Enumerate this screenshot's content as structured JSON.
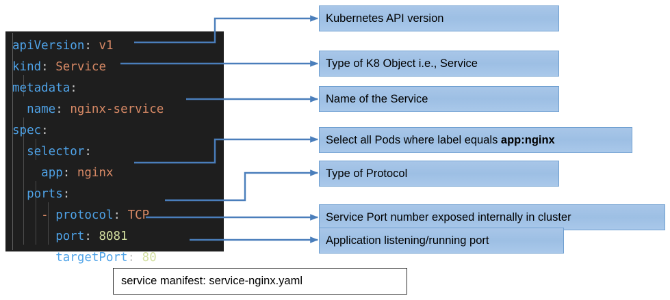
{
  "diagram": {
    "title": "Kubernetes Service manifest annotated",
    "accent_color": "#4a7ebb",
    "box_fill_color": "#a8c6e8",
    "box_border_color": "#6f9fd0",
    "code_background_color": "#1e1e1e"
  },
  "code": {
    "language": "yaml",
    "lines": [
      {
        "indent": 0,
        "key": "apiVersion",
        "sep": ":",
        "value": "v1",
        "value_type": "string"
      },
      {
        "indent": 0,
        "key": "kind",
        "sep": ":",
        "value": "Service",
        "value_type": "string"
      },
      {
        "indent": 0,
        "key": "metadata",
        "sep": ":",
        "value": "",
        "value_type": "none"
      },
      {
        "indent": 1,
        "key": "name",
        "sep": ":",
        "value": "nginx-service",
        "value_type": "string"
      },
      {
        "indent": 0,
        "key": "spec",
        "sep": ":",
        "value": "",
        "value_type": "none"
      },
      {
        "indent": 1,
        "key": "selector",
        "sep": ":",
        "value": "",
        "value_type": "none"
      },
      {
        "indent": 2,
        "key": "app",
        "sep": ":",
        "value": "nginx",
        "value_type": "string"
      },
      {
        "indent": 1,
        "key": "ports",
        "sep": ":",
        "value": "",
        "value_type": "none"
      },
      {
        "indent": 2,
        "key": "protocol",
        "sep": ":",
        "value": "TCP",
        "value_type": "string",
        "list_item": true
      },
      {
        "indent": 3,
        "key": "port",
        "sep": ":",
        "value": "8081",
        "value_type": "number"
      },
      {
        "indent": 3,
        "key": "targetPort",
        "sep": ":",
        "value": "80",
        "value_type": "number"
      }
    ],
    "raw_text": [
      "apiVersion: v1",
      "kind: Service",
      "metadata:",
      "  name: nginx-service",
      "spec:",
      "  selector:",
      "    app: nginx",
      "  ports:",
      "    - protocol: TCP",
      "      port: 8081",
      "      targetPort: 80"
    ]
  },
  "annotations": [
    {
      "id": "api-version",
      "text": "Kubernetes API version",
      "bold_suffix": "",
      "targets_line": "apiVersion: v1"
    },
    {
      "id": "kind",
      "text": "Type of K8 Object i.e., Service",
      "bold_suffix": "",
      "targets_line": "kind: Service"
    },
    {
      "id": "name",
      "text": "Name of the Service",
      "bold_suffix": "",
      "targets_line": "name: nginx-service"
    },
    {
      "id": "selector",
      "text": "Select all Pods where label equals ",
      "bold_suffix": "app:nginx",
      "targets_line": "app: nginx"
    },
    {
      "id": "protocol",
      "text": "Type of Protocol",
      "bold_suffix": "",
      "targets_line": "protocol: TCP"
    },
    {
      "id": "port",
      "text": "Service Port number exposed internally in cluster",
      "bold_suffix": "",
      "targets_line": "port: 8081"
    },
    {
      "id": "target-port",
      "text": "Application listening/running port",
      "bold_suffix": "",
      "targets_line": "targetPort: 80"
    }
  ],
  "caption": {
    "text": "service manifest: service-nginx.yaml"
  }
}
